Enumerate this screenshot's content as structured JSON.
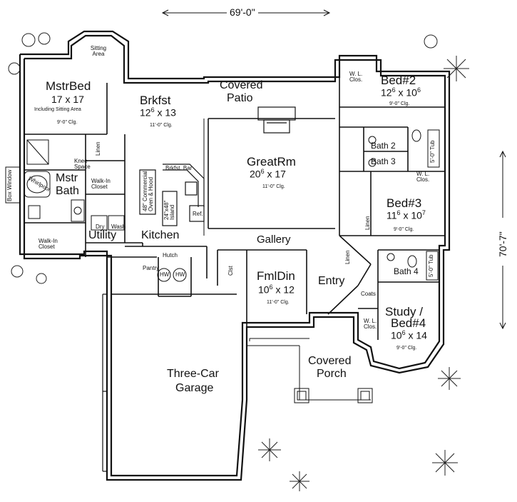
{
  "dimensions": {
    "width": "69'-0\"",
    "depth": "70'-7\""
  },
  "rooms": {
    "master_bed": {
      "name": "MstrBed",
      "size": "17 x 17",
      "note": "Including Sitting Area",
      "ceiling": "9'-0\" Clg."
    },
    "sitting_area": {
      "name": "Sitting Area"
    },
    "breakfast": {
      "name": "Brkfst",
      "size_a": "12",
      "size_sup": "6",
      "size_b": " x 13",
      "ceiling": "11'-0\" Clg."
    },
    "covered_patio": {
      "line1": "Covered",
      "line2": "Patio"
    },
    "great_room": {
      "name": "GreatRm",
      "size_a": "20",
      "size_sup": "6",
      "size_b": " x 17",
      "ceiling": "11'-0\" Clg."
    },
    "bed2": {
      "name": "Bed#2",
      "size_a": "12",
      "size_sup": "6",
      "size_b": " x 10",
      "size_sup2": "6",
      "ceiling": "9'-0\" Clg."
    },
    "bed3": {
      "name": "Bed#3",
      "size_a": "11",
      "size_sup": "6",
      "size_b": " x 10",
      "size_sup2": "7",
      "ceiling": "9'-0\" Clg."
    },
    "master_bath": {
      "line1": "Mstr",
      "line2": "Bath"
    },
    "kitchen": {
      "name": "Kitchen"
    },
    "utility": {
      "name": "Utility"
    },
    "gallery": {
      "name": "Gallery"
    },
    "family_dining": {
      "name": "FmlDin",
      "size_a": "10",
      "size_sup": "6",
      "size_b": " x 12",
      "ceiling": "11'-0\" Clg."
    },
    "entry": {
      "name": "Entry"
    },
    "study_bed4": {
      "line1": "Study /",
      "line2": "Bed#4",
      "size_a": "10",
      "size_sup": "6",
      "size_b": " x 14",
      "ceiling": "9'-0\" Clg."
    },
    "garage": {
      "line1": "Three-Car",
      "line2": "Garage"
    },
    "covered_porch": {
      "line1": "Covered",
      "line2": "Porch"
    },
    "bath2": {
      "name": "Bath 2"
    },
    "bath3": {
      "name": "Bath 3"
    },
    "bath4": {
      "name": "Bath 4"
    }
  },
  "fixtures": {
    "linen": "Linen",
    "knee_space": "Knee Space",
    "walk_in_closet_1": "Walk-In Closet",
    "walk_in_closet_2": "Walk-In Closet",
    "box_window": "Box Window",
    "whirlpool": "Whirlpool",
    "brkfst_bar": "Brkfst. Bar",
    "oven": "48\" Commercial Oven & Hood",
    "island": "24\"x48\" Island",
    "ref": "Ref.",
    "dry": "Dry",
    "wash": "Wash",
    "pantry": "Pantry",
    "hutch": "Hutch",
    "hw1": "HW",
    "hw2": "HW",
    "closet": "Clst",
    "coats": "Coats",
    "wl_clos_1": "W. L. Clos.",
    "wl_clos_2": "W. L. Clos.",
    "wl_clos_3": "W. L. Clos.",
    "linen_2": "Linen",
    "linen_3": "Linen",
    "tub1": "5'-0\" Tub",
    "tub2": "5'-0\" Tub"
  }
}
